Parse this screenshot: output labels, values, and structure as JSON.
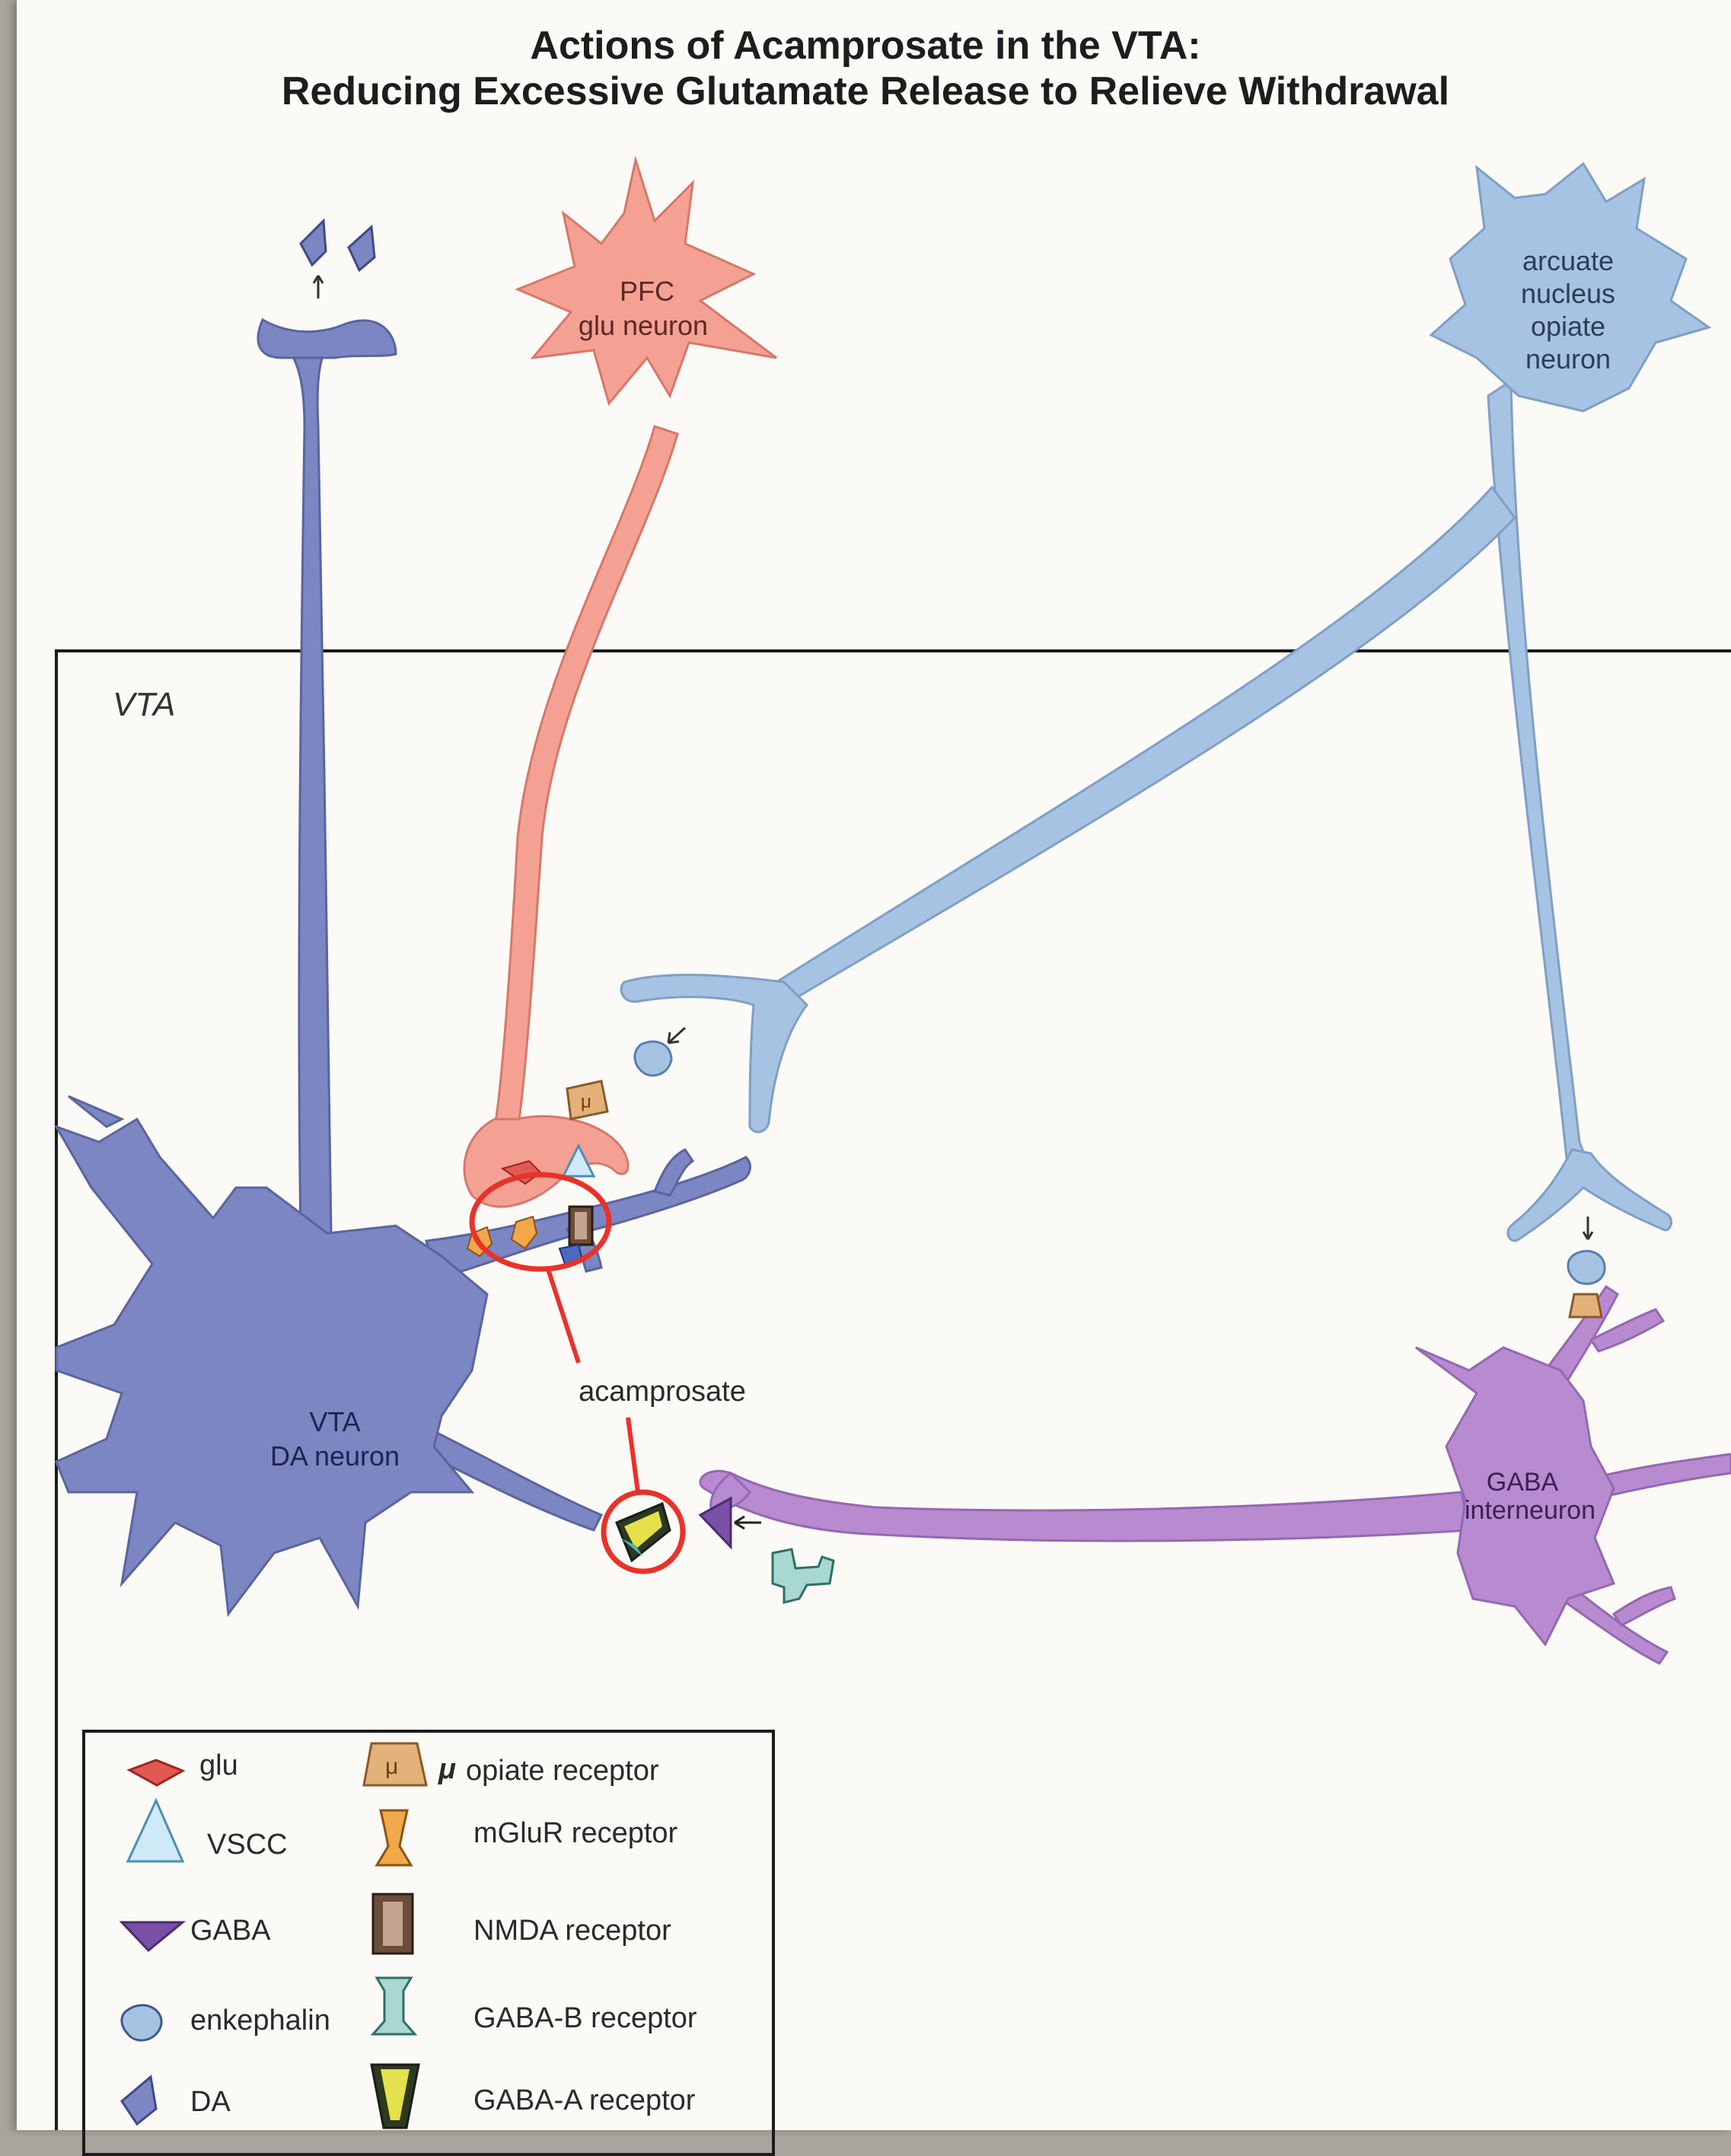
{
  "title": {
    "line1": "Actions of Acamprosate in the VTA:",
    "line2": "Reducing Excessive Glutamate Release to Relieve Withdrawal"
  },
  "region_label": "VTA",
  "neurons": {
    "pfc": {
      "line1": "PFC",
      "line2": "glu neuron",
      "color": "#f4a194"
    },
    "arcuate": {
      "line1": "arcuate",
      "line2": "nucleus",
      "line3": "opiate",
      "line4": "neuron",
      "color": "#a6c3e4"
    },
    "vta_da": {
      "line1": "VTA",
      "line2": "DA neuron",
      "color": "#7b86c3"
    },
    "gaba": {
      "line1": "GABA",
      "line2": "interneuron",
      "color": "#b88ad0"
    }
  },
  "drug_label": "acamprosate",
  "highlight_color": "#e8322a",
  "legend": {
    "left": [
      {
        "icon": "glu-icon",
        "label": "glu"
      },
      {
        "icon": "vscc-icon",
        "label": "VSCC"
      },
      {
        "icon": "gaba-icon",
        "label": "GABA"
      },
      {
        "icon": "enkephalin-icon",
        "label": "enkephalin"
      },
      {
        "icon": "da-icon",
        "label": "DA"
      }
    ],
    "right": [
      {
        "icon": "mu-opiate-receptor-icon",
        "label": "opiate receptor",
        "prefix": "μ"
      },
      {
        "icon": "mglur-receptor-icon",
        "label": "mGluR receptor"
      },
      {
        "icon": "nmda-receptor-icon",
        "label": "NMDA receptor"
      },
      {
        "icon": "gaba-b-receptor-icon",
        "label": "GABA-B receptor"
      },
      {
        "icon": "gaba-a-receptor-icon",
        "label": "GABA-A receptor"
      }
    ]
  }
}
